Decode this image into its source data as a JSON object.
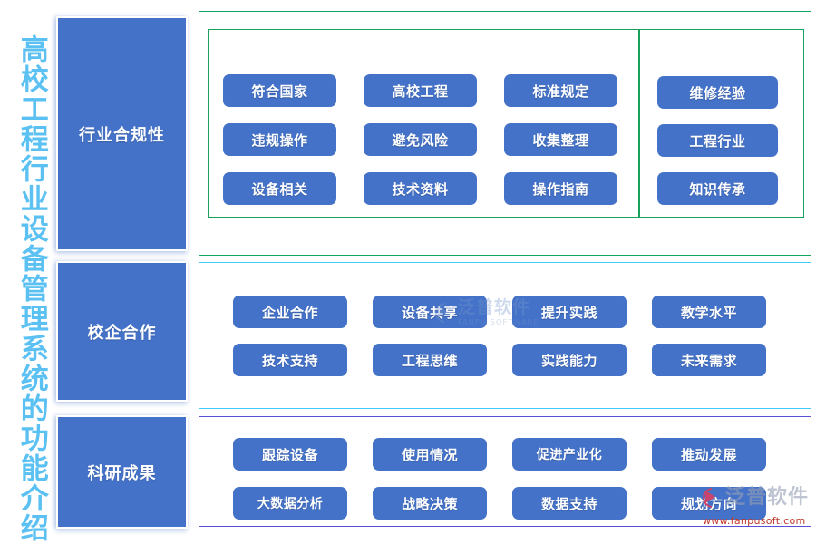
{
  "title": {
    "text": "高校工程行业设备管理系统的功能介绍",
    "color": "#5BC0F2"
  },
  "colors": {
    "pill": "#4472C8",
    "category": "#4472C8",
    "section_top_border": "#0FA45C",
    "section_middle_border": "#3FCBFA",
    "section_bottom_border": "#5A4FD6",
    "subgroup_border": "#18A05C",
    "watermark_url": "#C0392B"
  },
  "sections": [
    {
      "id": "industry-compliance",
      "category": "行业合规性",
      "subgroups": [
        {
          "id": "compliance-left",
          "rows": [
            [
              "符合国家",
              "高校工程",
              "标准规定"
            ],
            [
              "违规操作",
              "避免风险",
              "收集整理"
            ],
            [
              "设备相关",
              "技术资料",
              "操作指南"
            ]
          ]
        },
        {
          "id": "compliance-right",
          "rows": [
            [
              "维修经验"
            ],
            [
              "工程行业"
            ],
            [
              "知识传承"
            ]
          ]
        }
      ]
    },
    {
      "id": "school-enterprise-cooperation",
      "category": "校企合作",
      "rows": [
        [
          "企业合作",
          "设备共享",
          "提升实践",
          "教学水平"
        ],
        [
          "技术支持",
          "工程思维",
          "实践能力",
          "未来需求"
        ]
      ]
    },
    {
      "id": "research-achievements",
      "category": "科研成果",
      "rows": [
        [
          "跟踪设备",
          "使用情况",
          "促进产业化",
          "推动发展"
        ],
        [
          "大数据分析",
          "战略决策",
          "数据支持",
          "规划方向"
        ]
      ]
    }
  ],
  "watermark": {
    "name": "泛普软件",
    "sub": "FANPU SOFTWARE",
    "url": "www.fanpusoft.com"
  }
}
